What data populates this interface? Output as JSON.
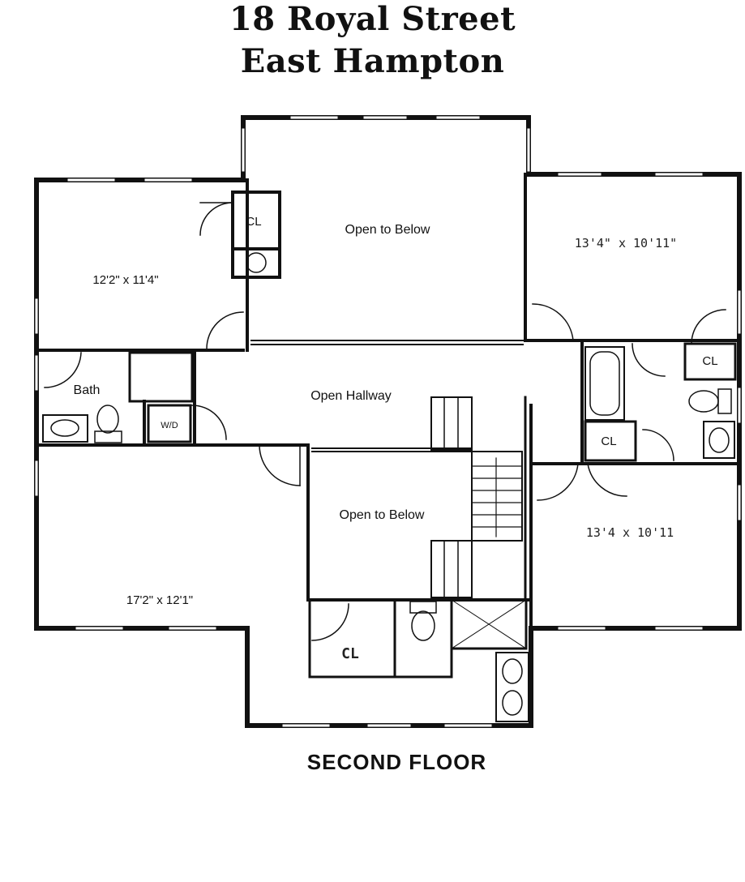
{
  "header": {
    "address_line1": "18 Royal Street",
    "address_line2": "East Hampton"
  },
  "labels": {
    "open_below_top": "Open to Below",
    "open_below_mid": "Open to Below",
    "open_hallway": "Open Hallway",
    "bedroom_nw": "12'2\" x 11'4\"",
    "bedroom_ne": "13'4\" x 10'11\"",
    "bedroom_se": "13'4 x 10'11",
    "bedroom_sw": "17'2\" x 12'1\"",
    "bath": "Bath",
    "washer_dryer": "W/D",
    "closet_nw": "CL",
    "closet_ne": "CL",
    "closet_e": "CL",
    "closet_s": "CL"
  },
  "footer": {
    "floor_label": "SECOND FLOOR"
  }
}
